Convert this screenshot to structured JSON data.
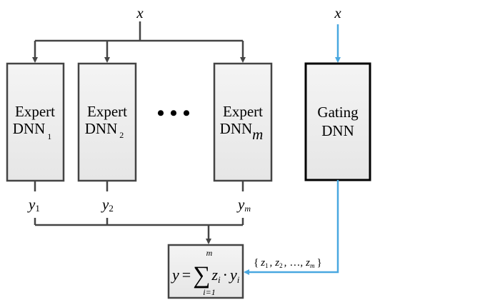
{
  "input_label": "x",
  "experts": [
    {
      "title": "Expert",
      "name": "DNN",
      "sub": "1",
      "output": "y",
      "output_sub": "1"
    },
    {
      "title": "Expert",
      "name": "DNN",
      "sub": "2",
      "output": "y",
      "output_sub": "2"
    },
    {
      "title": "Expert",
      "name": "DNN",
      "sub": "m",
      "output": "y",
      "output_sub": "m"
    }
  ],
  "ellipsis": "• • •",
  "gating": {
    "input_label": "x",
    "line1": "Gating",
    "line2": "DNN"
  },
  "gate_outputs": {
    "open": "{",
    "z": "z",
    "s1": "1",
    "sep": ",",
    "s2": "2",
    "dots": "…,",
    "sm": "m",
    "close": "}"
  },
  "combiner": {
    "lhs": "y",
    "eq": "=",
    "sigma": "∑",
    "upper": "m",
    "lower": "i=1",
    "z": "z",
    "i": "i",
    "dot": "·",
    "y": "y"
  },
  "colors": {
    "expert_lines": "#444444",
    "gating_lines": "#4aa8e0"
  }
}
